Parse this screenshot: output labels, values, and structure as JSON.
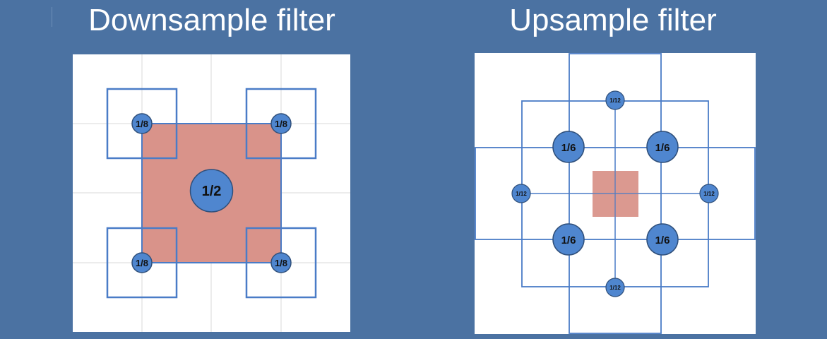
{
  "slide": {
    "down_title": "Downsample filter",
    "up_title": "Upsample filter"
  },
  "downsample": {
    "center_weight": "1/2",
    "corner_weights": [
      "1/8",
      "1/8",
      "1/8",
      "1/8"
    ]
  },
  "upsample": {
    "diagonal_weights": [
      "1/6",
      "1/6",
      "1/6",
      "1/6"
    ],
    "axis_weights": [
      "1/12",
      "1/12",
      "1/12",
      "1/12"
    ]
  },
  "colors": {
    "background": "#4b72a2",
    "panel": "#ffffff",
    "grid_line": "#d9d9d9",
    "box_stroke": "#4a7cc7",
    "pixel_fill": "#d9938a",
    "node_fill": "#4f86cf",
    "node_stroke": "#2f4f7a"
  }
}
